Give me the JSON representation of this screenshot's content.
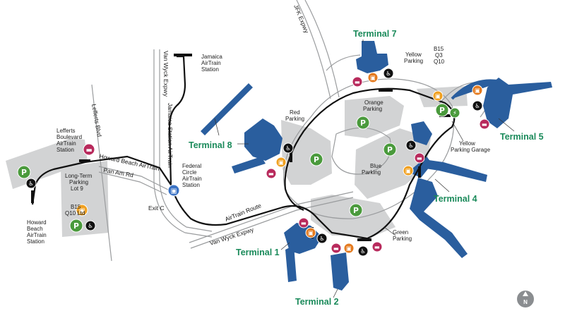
{
  "terminals": {
    "t1": "Terminal 1",
    "t2": "Terminal 2",
    "t4": "Terminal 4",
    "t5": "Terminal 5",
    "t7": "Terminal 7",
    "t8": "Terminal 8"
  },
  "stations": {
    "jamaica": [
      "Jamaica",
      "AirTrain",
      "Station"
    ],
    "lefferts": [
      "Lefferts",
      "Boulevard",
      "AirTrain",
      "Station"
    ],
    "howard": [
      "Howard",
      "Beach",
      "AirTrain",
      "Station"
    ],
    "federal": [
      "Federal",
      "Circle",
      "AirTrain",
      "Station"
    ]
  },
  "parking": {
    "long_term": [
      "Long-Term",
      "Parking",
      "Lot 9"
    ],
    "red": [
      "Red",
      "Parking"
    ],
    "orange": [
      "Orange",
      "Parking"
    ],
    "yellow": [
      "Yellow",
      "Parking"
    ],
    "yellow_garage": [
      "Yellow",
      "Parking Garage"
    ],
    "blue": [
      "Blue",
      "Parking"
    ],
    "green": [
      "Green",
      "Parking"
    ]
  },
  "bus": {
    "lot9": [
      "B15",
      "Q10 Ltd"
    ],
    "yellow": [
      "B15",
      "Q3",
      "Q10"
    ]
  },
  "roads": {
    "jfk": "JFK Expwy",
    "van_wyck_vert": "Van Wyck Expwy",
    "van_wyck_lower": "Van Wyck Expwy",
    "lefferts_blvd": "Lefferts Blvd",
    "pan_am": "Pan Am Rd",
    "exit_c": "Exit C"
  },
  "routes": {
    "howard_beach": "Howard Beach AirTrain",
    "jamaica": "Jamaica Station AirTrain",
    "airtrain_route": "AirTrain Route"
  },
  "compass": "N",
  "colors": {
    "terminal": "#2a5e9e",
    "terminal_label": "#1a8a5a",
    "parking_zone": "#d2d3d4",
    "parking_icon": "#4a9a3c",
    "taxi_icon": "#b82a5c",
    "bus_icon": "#e47a1e",
    "hotel_shuttle_icon": "#f0a020",
    "accessible_icon": "#111111",
    "airtrain_station_icon": "#3a72c4",
    "ev_charging_icon": "#4a9a3c",
    "compass": "#8a8d90"
  },
  "icons": {
    "parking": "parking-icon",
    "taxi": "taxi-icon",
    "bus": "bus-icon",
    "shuttle": "shuttle-icon",
    "accessible": "wheelchair-icon",
    "airtrain_station": "airtrain-station-icon",
    "ev_charging": "ev-charging-icon"
  }
}
